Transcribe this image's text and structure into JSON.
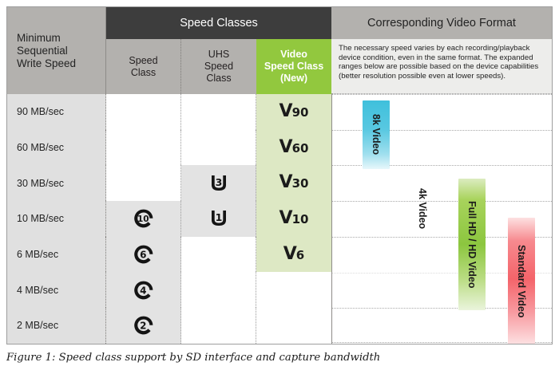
{
  "figure": {
    "caption": "Figure 1: Speed class support by SD interface and capture bandwidth"
  },
  "table": {
    "header": {
      "row_label": "Minimum\nSequential\nWrite Speed",
      "speed_classes_group": "Speed Classes",
      "corresponding_group": "Corresponding Video Format",
      "columns": [
        {
          "id": "speed-class",
          "label": "Speed\nClass"
        },
        {
          "id": "uhs-speed-class",
          "label": "UHS\nSpeed\nClass"
        },
        {
          "id": "video-speed-class",
          "label": "Video\nSpeed Class\n(New)"
        }
      ],
      "note": "The necessary speed varies by each recording/playback device condition, even in the same format. The expanded ranges below are possible based on the device capabilities (better resolution possible even at lower speeds)."
    },
    "rows": [
      {
        "write_speed": "90 MB/sec",
        "speed_class": "",
        "uhs_class": "",
        "video_class": "V90",
        "video_class_number": "90"
      },
      {
        "write_speed": "60 MB/sec",
        "speed_class": "",
        "uhs_class": "",
        "video_class": "V60",
        "video_class_number": "60"
      },
      {
        "write_speed": "30 MB/sec",
        "speed_class": "",
        "uhs_class": "U3",
        "video_class": "V30",
        "video_class_number": "30"
      },
      {
        "write_speed": "10 MB/sec",
        "speed_class": "C10",
        "uhs_class": "U1",
        "video_class": "V10",
        "video_class_number": "10"
      },
      {
        "write_speed": "6 MB/sec",
        "speed_class": "C6",
        "uhs_class": "",
        "video_class": "V6",
        "video_class_number": "6"
      },
      {
        "write_speed": "4 MB/sec",
        "speed_class": "C4",
        "uhs_class": "",
        "video_class": "",
        "video_class_number": ""
      },
      {
        "write_speed": "2 MB/sec",
        "speed_class": "C2",
        "uhs_class": "",
        "video_class": "",
        "video_class_number": ""
      }
    ]
  },
  "chart_data": {
    "type": "bar",
    "orientation": "vertical-range",
    "title": "Corresponding Video Format",
    "ylabel": "Minimum Sequential Write Speed",
    "yticks": [
      "90 MB/sec",
      "60 MB/sec",
      "30 MB/sec",
      "10 MB/sec",
      "6 MB/sec",
      "4 MB/sec",
      "2 MB/sec"
    ],
    "grid": true,
    "legend": "none",
    "series": [
      {
        "name": "8k Video",
        "color": "#3fc0dc",
        "top_row": "90 MB/sec",
        "bottom_row": "30 MB/sec"
      },
      {
        "name": "4k Video",
        "color": "#fbbe3c",
        "top_row": "60 MB/sec",
        "bottom_row": "6 MB/sec"
      },
      {
        "name": "Full HD / HD Video",
        "color": "#8cc63f",
        "top_row": "30 MB/sec",
        "bottom_row": "4 MB/sec"
      },
      {
        "name": "Standard Video",
        "color": "#f4646a",
        "top_row": "10 MB/sec",
        "bottom_row": "2 MB/sec"
      }
    ]
  },
  "colors": {
    "header_dark": "#3d3d3d",
    "header_gray": "#b3b1ae",
    "video_green": "#92c83e",
    "video_green_light": "#dde8c4",
    "row_label_gray": "#e0e0e0",
    "cell_fill_gray": "#e3e3e3",
    "note_bg": "#ededeb"
  }
}
